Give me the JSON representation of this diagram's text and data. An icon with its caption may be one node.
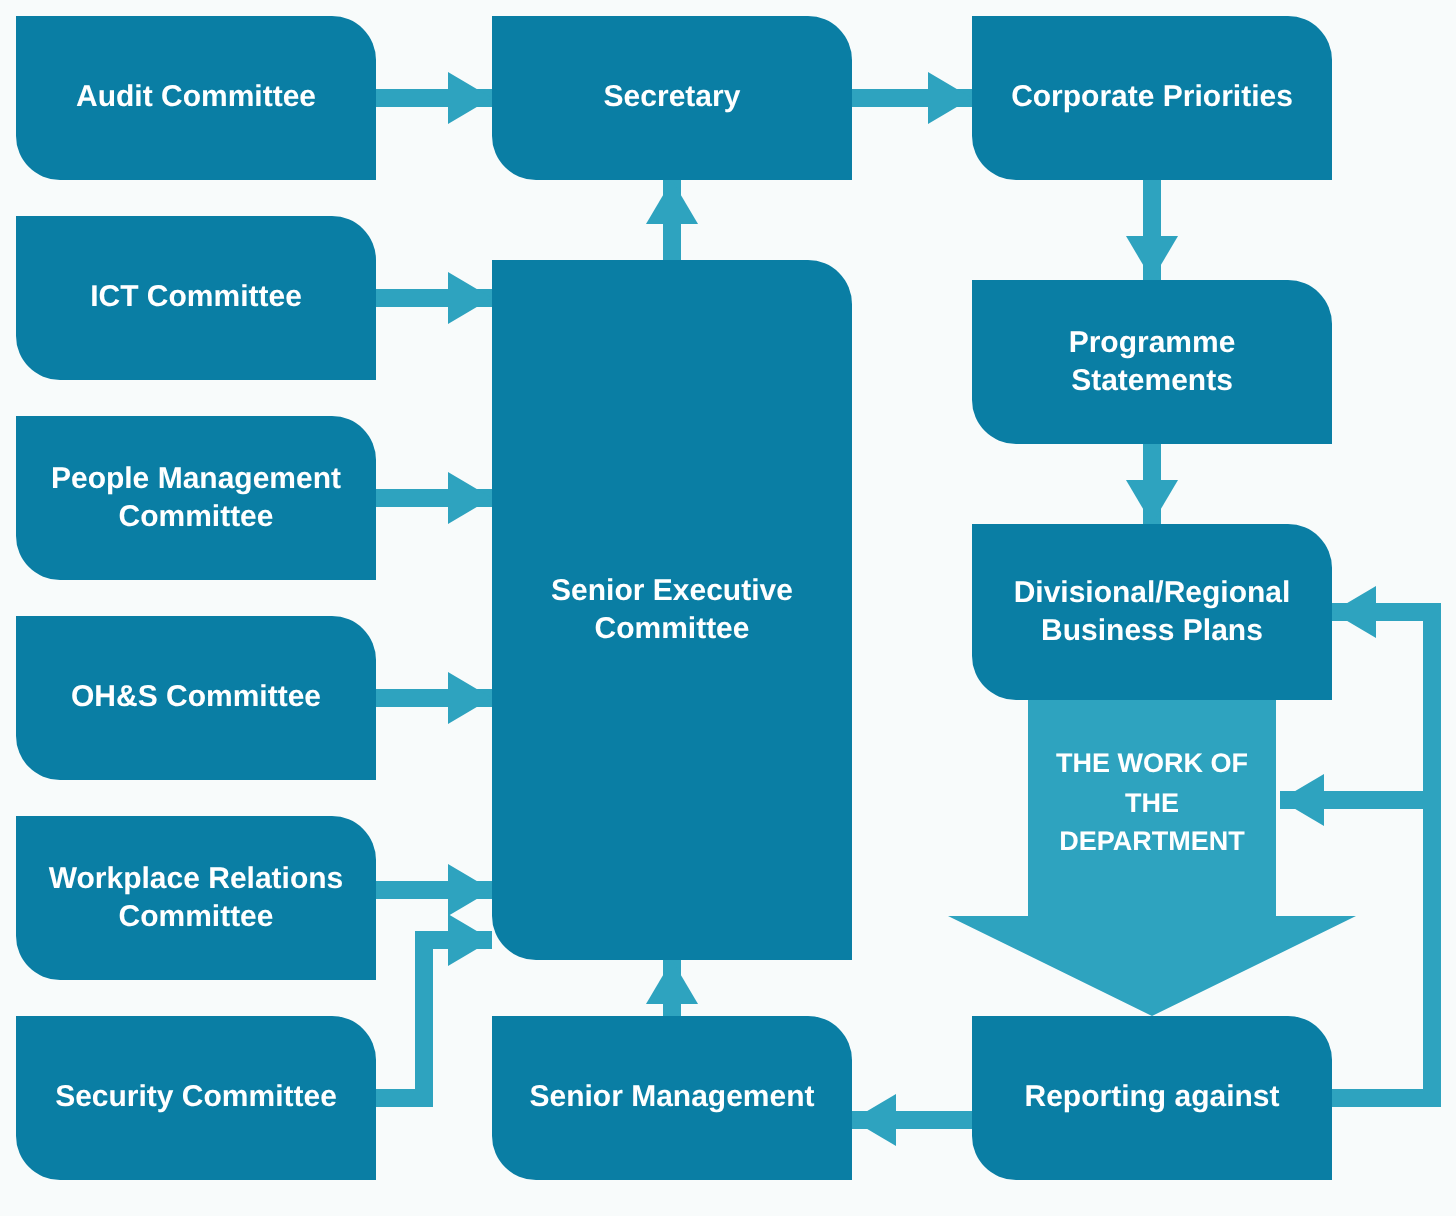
{
  "diagram": {
    "nodes": [
      {
        "text": [
          "Audit Committee"
        ]
      },
      {
        "text": [
          "Secretary"
        ]
      },
      {
        "text": [
          "Corporate Priorities"
        ]
      },
      {
        "text": [
          "ICT Committee"
        ]
      },
      {
        "text": [
          "Senior Executive Committee"
        ]
      },
      {
        "text": [
          "Programme Statements"
        ]
      },
      {
        "text": [
          "People Management Committee"
        ]
      },
      {
        "text": [
          "Divisional/Regional Business Plans"
        ]
      },
      {
        "text": [
          "OH&S Committee"
        ]
      },
      {
        "text": [
          "Workplace Relations Committee"
        ]
      },
      {
        "text": [
          "Security Committee"
        ]
      },
      {
        "text": [
          "Senior Management"
        ]
      },
      {
        "text": [
          "Reporting against"
        ]
      }
    ],
    "edges": [
      {
        "from": 0,
        "to": 1,
        "arrow": "to"
      },
      {
        "from": 3,
        "to": 4,
        "arrow": "to"
      },
      {
        "from": 6,
        "to": 4,
        "arrow": "to"
      },
      {
        "from": 8,
        "to": 4,
        "arrow": "to"
      },
      {
        "from": 9,
        "to": 4,
        "arrow": "to"
      },
      {
        "from": 10,
        "to": 4,
        "arrow": "to"
      },
      {
        "from": 4,
        "to": 1,
        "arrow": "to"
      },
      {
        "from": 1,
        "to": 2,
        "arrow": "to"
      },
      {
        "from": 2,
        "to": 5,
        "arrow": "to"
      },
      {
        "from": 5,
        "to": 7,
        "arrow": "to"
      },
      {
        "from": 11,
        "to": 4,
        "arrow": "to"
      },
      {
        "from": 12,
        "to": 11,
        "arrow": "to"
      },
      {
        "from": 12,
        "to": 7,
        "arrow": "to"
      },
      {
        "from": 12,
        "to": null,
        "arrow": "to"
      },
      {
        "from": 7,
        "to": 12,
        "arrow": "to",
        "label": "THE WORK OF THE DEPARTMENT",
        "style": "thick"
      }
    ]
  }
}
